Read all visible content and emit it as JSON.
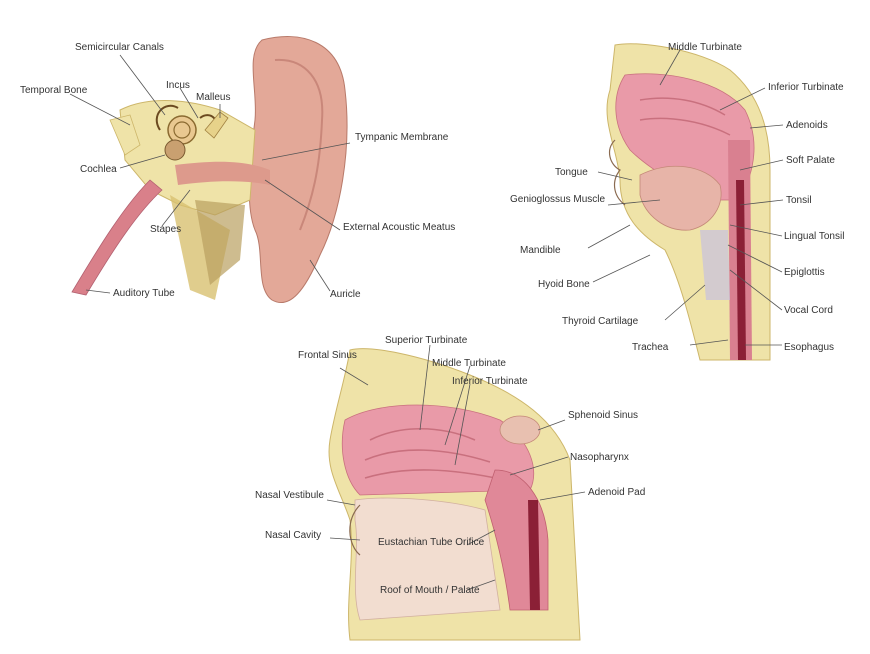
{
  "panels": {
    "ear": {
      "labels": [
        "Semicircular Canals",
        "Incus",
        "Malleus",
        "Temporal Bone",
        "Cochlea",
        "Tympanic Membrane",
        "Stapes",
        "External Acoustic Meatus",
        "Auditory Tube",
        "Auricle"
      ]
    },
    "throat": {
      "labels": [
        "Middle Turbinate",
        "Inferior Turbinate",
        "Adenoids",
        "Soft Palate",
        "Tongue",
        "Tonsil",
        "Genioglossus Muscle",
        "Lingual Tonsil",
        "Mandible",
        "Epiglottis",
        "Hyoid Bone",
        "Vocal Cord",
        "Thyroid Cartilage",
        "Esophagus",
        "Trachea"
      ]
    },
    "nose": {
      "labels": [
        "Superior Turbinate",
        "Frontal Sinus",
        "Middle Turbinate",
        "Inferior Turbinate",
        "Sphenoid Sinus",
        "Nasopharynx",
        "Adenoid Pad",
        "Nasal Vestibule",
        "Nasal Cavity",
        "Eustachian Tube Orifice",
        "Roof of Mouth / Palate"
      ]
    }
  },
  "colors": {
    "skin": "#e8b8a8",
    "tissue_pink": "#e99aa8",
    "deep_pink": "#c9707e",
    "bone": "#efe3a8",
    "bone_dark": "#d8c070",
    "vessel": "#8b2036"
  }
}
